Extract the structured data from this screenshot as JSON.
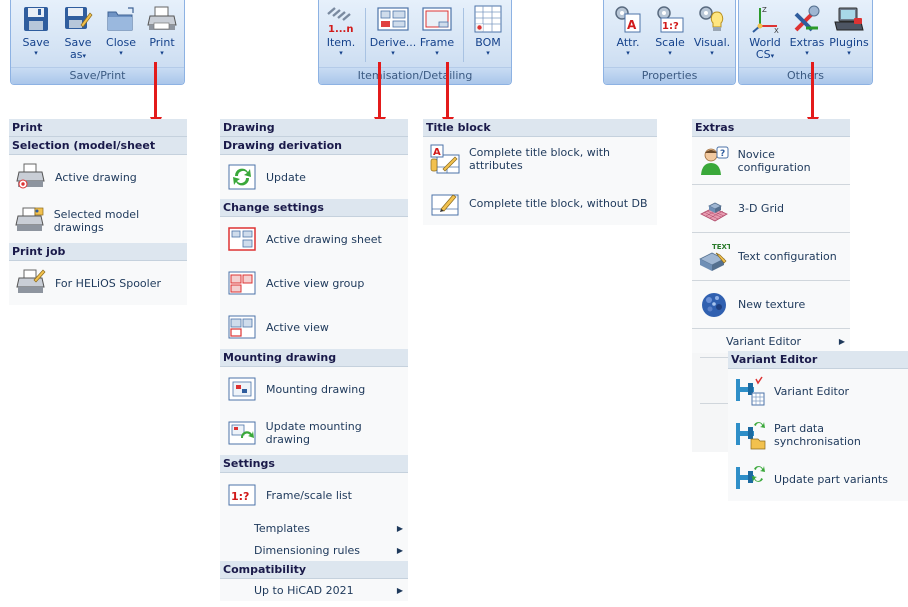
{
  "ribbon": {
    "save_print": {
      "caption": "Save/Print",
      "buttons": [
        {
          "label": "Save",
          "icon": "floppy-disk-icon"
        },
        {
          "label": "Save as",
          "label1": "Save",
          "label2": "as",
          "icon": "save-as-icon"
        },
        {
          "label": "Close",
          "icon": "folder-close-icon"
        },
        {
          "label": "Print",
          "icon": "printer-icon"
        }
      ]
    },
    "itemisation": {
      "caption": "Itemisation/Detailing",
      "buttons": [
        {
          "label": "Item.",
          "icon": "itemisation-icon"
        },
        {
          "label": "Derive...",
          "icon": "derive-drawing-icon"
        },
        {
          "label": "Frame",
          "icon": "frame-icon"
        },
        {
          "label": "BOM",
          "icon": "bom-table-icon"
        }
      ]
    },
    "properties": {
      "caption": "Properties",
      "buttons": [
        {
          "label": "Attr.",
          "icon": "attributes-icon"
        },
        {
          "label": "Scale",
          "icon": "scale-icon"
        },
        {
          "label": "Visual.",
          "icon": "visualisation-icon"
        }
      ]
    },
    "others": {
      "caption": "Others",
      "buttons": [
        {
          "label": "World CS",
          "label1": "World",
          "label2": "CS",
          "icon": "world-cs-icon"
        },
        {
          "label": "Extras",
          "icon": "extras-tools-icon"
        },
        {
          "label": "Plugins",
          "icon": "plugins-icon"
        }
      ]
    }
  },
  "print_menu": {
    "title": "Print",
    "sections": [
      {
        "header": "Selection (model/sheet areas)",
        "items": [
          "Active drawing",
          "Selected model drawings"
        ]
      },
      {
        "header": "Print job",
        "items": [
          "For HELiOS Spooler"
        ]
      }
    ]
  },
  "drawing_menu": {
    "title": "Drawing",
    "sections": [
      {
        "header": "Drawing derivation",
        "items": [
          "Update"
        ]
      },
      {
        "header": "Change settings",
        "items": [
          "Active drawing sheet",
          "Active view group",
          "Active view"
        ]
      },
      {
        "header": "Mounting drawing",
        "items": [
          "Mounting drawing",
          "Update mounting drawing"
        ]
      },
      {
        "header": "Settings",
        "items": [
          "Frame/scale list"
        ],
        "submenus": [
          "Templates",
          "Dimensioning rules"
        ]
      },
      {
        "header": "Compatibility",
        "submenus": [
          "Up to HiCAD 2021"
        ]
      }
    ]
  },
  "titleblock_menu": {
    "title": "Title block",
    "items": [
      "Complete title block, with attributes",
      "Complete title block, without DB"
    ]
  },
  "extras_menu": {
    "title": "Extras",
    "items": [
      "Novice configuration",
      "3-D Grid",
      "Text configuration",
      "New texture"
    ],
    "submenu": "Variant Editor"
  },
  "variant_menu": {
    "title": "Variant Editor",
    "items": [
      "Variant Editor",
      "Part data synchronisation",
      "Update part variants"
    ]
  },
  "colors": {
    "arrow": "#e31b1b",
    "ribbon_border": "#8db2e3",
    "menu_header": "#dde6ef"
  }
}
